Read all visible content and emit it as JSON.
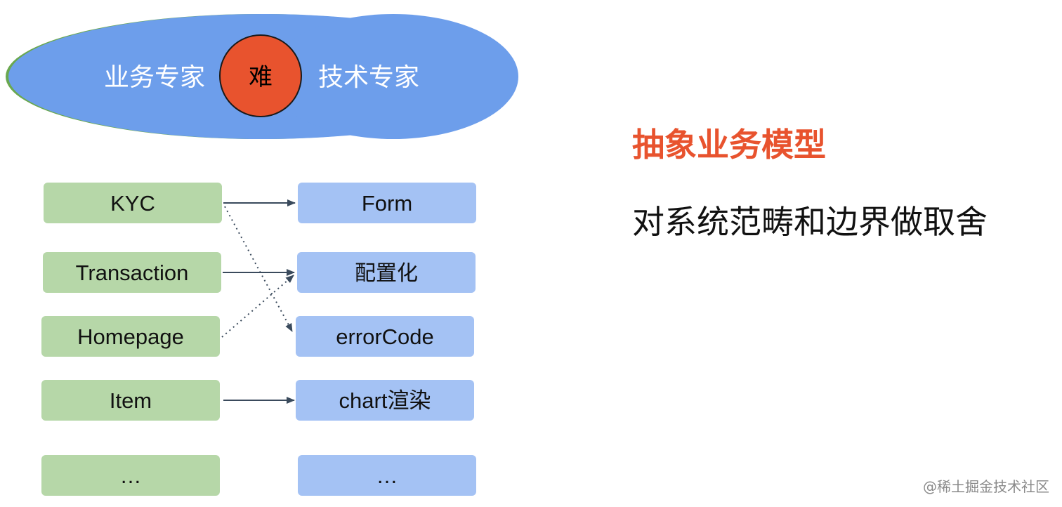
{
  "venn": {
    "left_label": "业务专家",
    "right_label": "技术专家",
    "center_label": "难",
    "colors": {
      "left": "#6aa84f",
      "right": "#6d9eeb",
      "center": "#e8532e"
    }
  },
  "business_items": [
    "KYC",
    "Transaction",
    "Homepage",
    "Item",
    "…"
  ],
  "tech_items": [
    "Form",
    "配置化",
    "errorCode",
    "chart渲染",
    "…"
  ],
  "box_colors": {
    "business": "#b6d7a8",
    "tech": "#a4c2f4"
  },
  "headline": "抽象业务模型",
  "subline": "对系统范畴和边界做取舍",
  "watermark": "@稀土掘金技术社区"
}
